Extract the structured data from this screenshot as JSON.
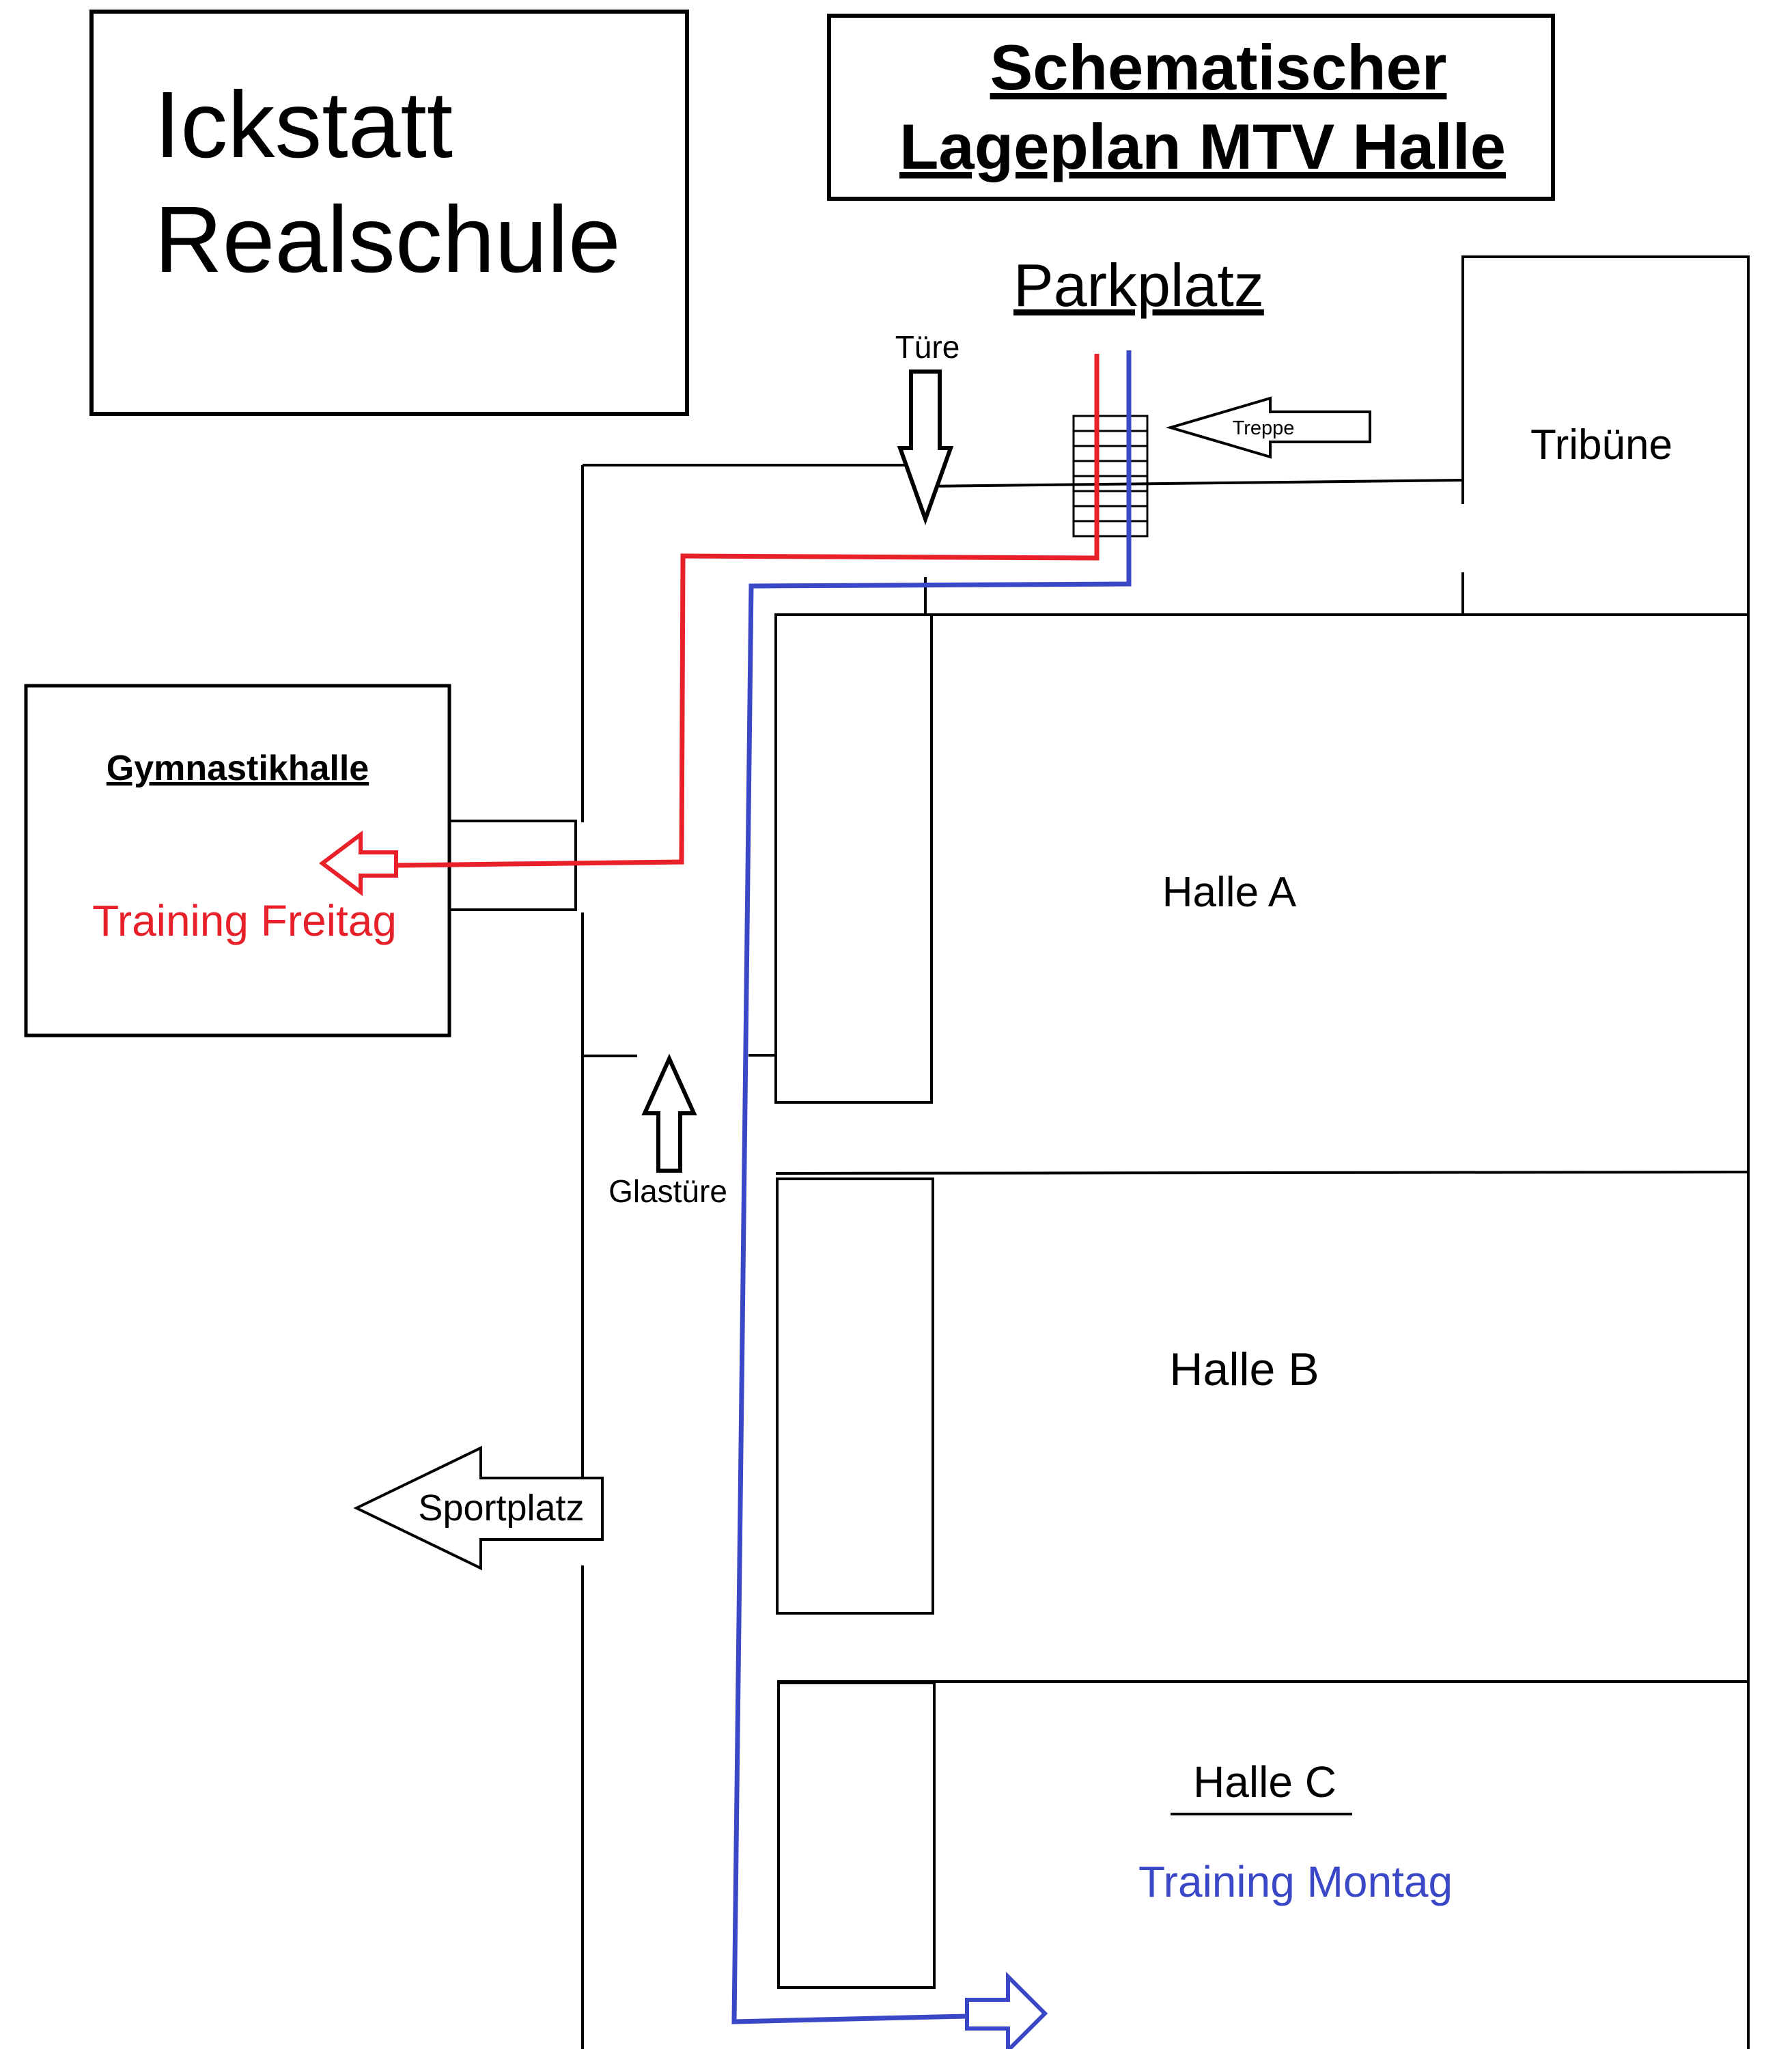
{
  "school": {
    "line1": "Ickstatt",
    "line2": "Realschule"
  },
  "title": {
    "line1": "Schematischer",
    "line2": "Lageplan MTV Halle"
  },
  "labels": {
    "parkplatz": "Parkplatz",
    "tuere": "Türe",
    "treppe": "Treppe",
    "tribuene": "Tribüne",
    "gymnastikhalle": "Gymnastikhalle",
    "training_freitag": "Training Freitag",
    "halle_a": "Halle A",
    "halle_b": "Halle B",
    "halle_c": "Halle C",
    "training_montag": "Training Montag",
    "glastuere": "Glastüre",
    "sportplatz": "Sportplatz"
  },
  "colors": {
    "freitag_route": "#e8202a",
    "montag_route": "#3a48c8",
    "lines": "#000000",
    "background": "#ffffff"
  }
}
